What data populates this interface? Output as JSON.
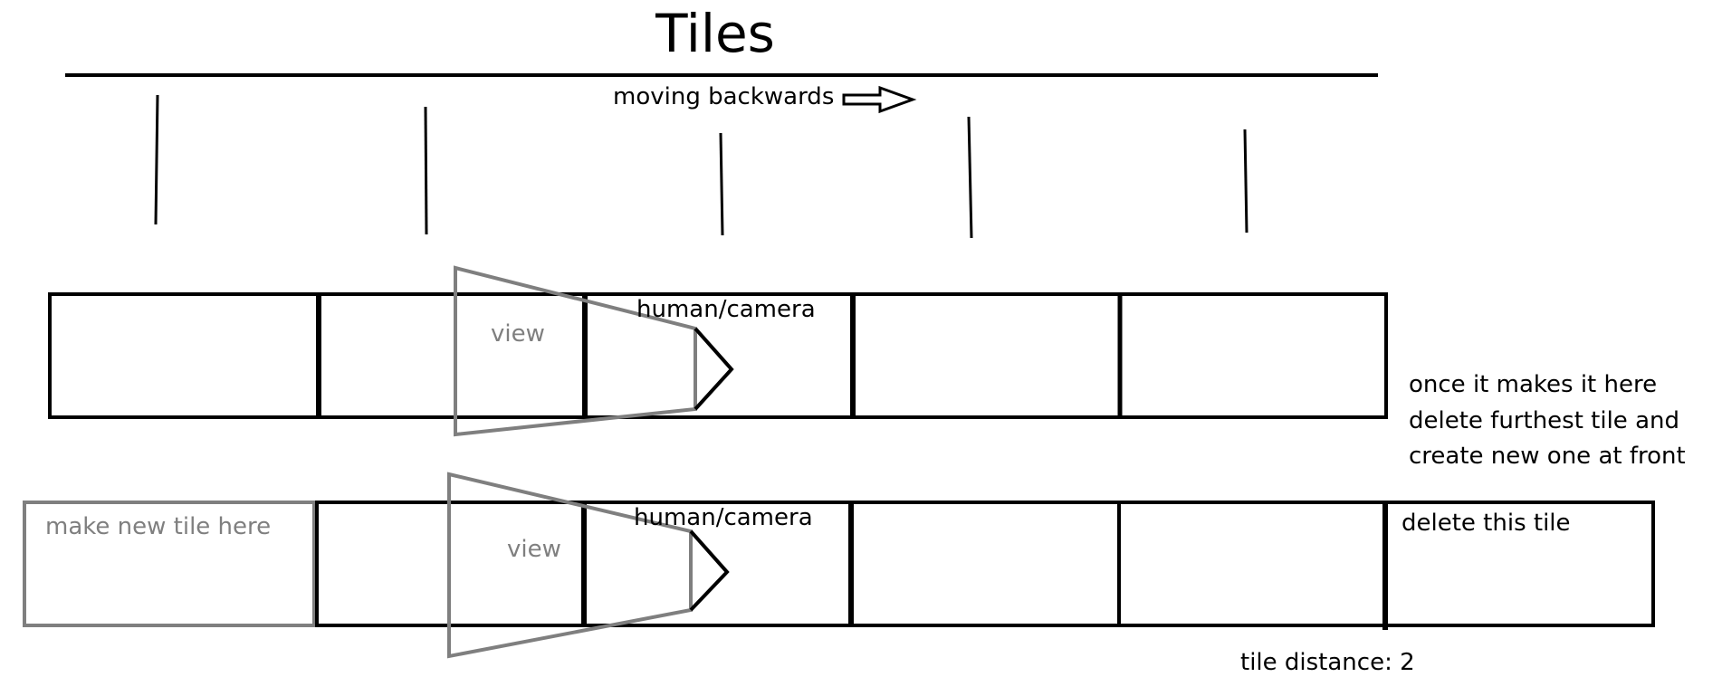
{
  "title": "Tiles",
  "direction_label": "moving backwards",
  "row1": {
    "view_label": "view",
    "camera_label": "human/camera"
  },
  "row2": {
    "view_label": "view",
    "camera_label": "human/camera",
    "new_tile_label": "make new tile here",
    "delete_tile_label": "delete this tile"
  },
  "note": {
    "line1": "once it makes it here",
    "line2": "delete furthest tile and",
    "line3": "create new one at front"
  },
  "tile_distance_label": "tile distance: 2",
  "colors": {
    "stroke": "#000000",
    "ghost": "#7f7f7f"
  }
}
